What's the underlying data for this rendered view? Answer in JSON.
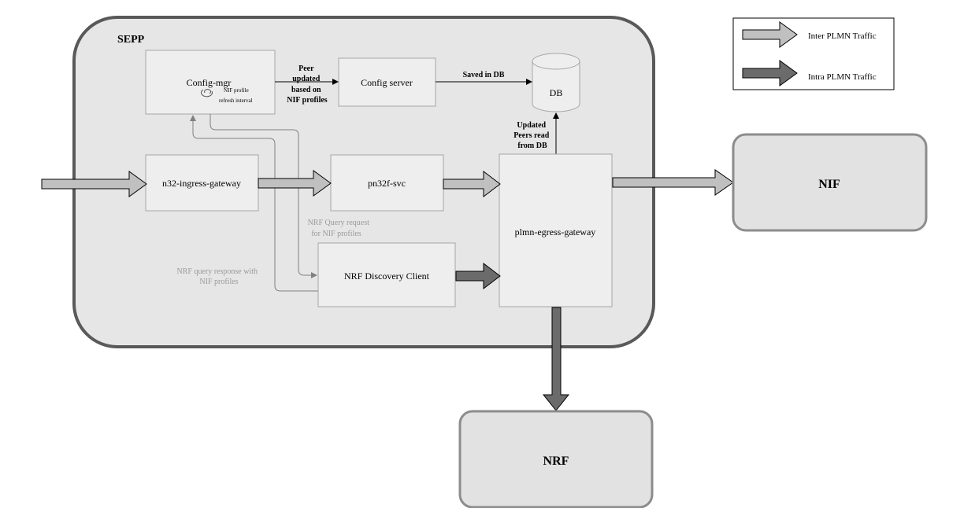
{
  "sepp": {
    "title": "SEPP"
  },
  "legend": {
    "inter": "Inter PLMN Traffic",
    "intra": "Intra PLMN Traffic"
  },
  "nodes": {
    "config_mgr": "Config-mgr",
    "nif_refresh_line1": "NIF profile",
    "nif_refresh_line2": "refresh interval",
    "config_server": "Config server",
    "db": "DB",
    "n32_ingress": "n32-ingress-gateway",
    "pn32f": "pn32f-svc",
    "plmn_egress": "plmn-egress-gateway",
    "nrf_discovery": "NRF Discovery Client",
    "nif": "NIF",
    "nrf": "NRF"
  },
  "edge_labels": {
    "peer_updated": [
      "Peer",
      "updated",
      "based on",
      "NIF profiles"
    ],
    "saved_in_db": "Saved in DB",
    "updated_peers": [
      "Updated",
      "Peers read",
      "from DB"
    ],
    "nrf_query_request": [
      "NRF Query request",
      "for NIF profiles"
    ],
    "nrf_query_response": [
      "NRF query response with",
      "NIF profiles"
    ]
  },
  "colors": {
    "inter_arrow": "#c0c0c0",
    "intra_arrow": "#6b6b6b",
    "container_fill": "#e6e6e6",
    "container_stroke": "#595959",
    "box_fill": "#eeeeee",
    "box_stroke": "#a6a6a6",
    "external_fill": "#e2e2e2",
    "external_stroke": "#8c8c8c"
  }
}
